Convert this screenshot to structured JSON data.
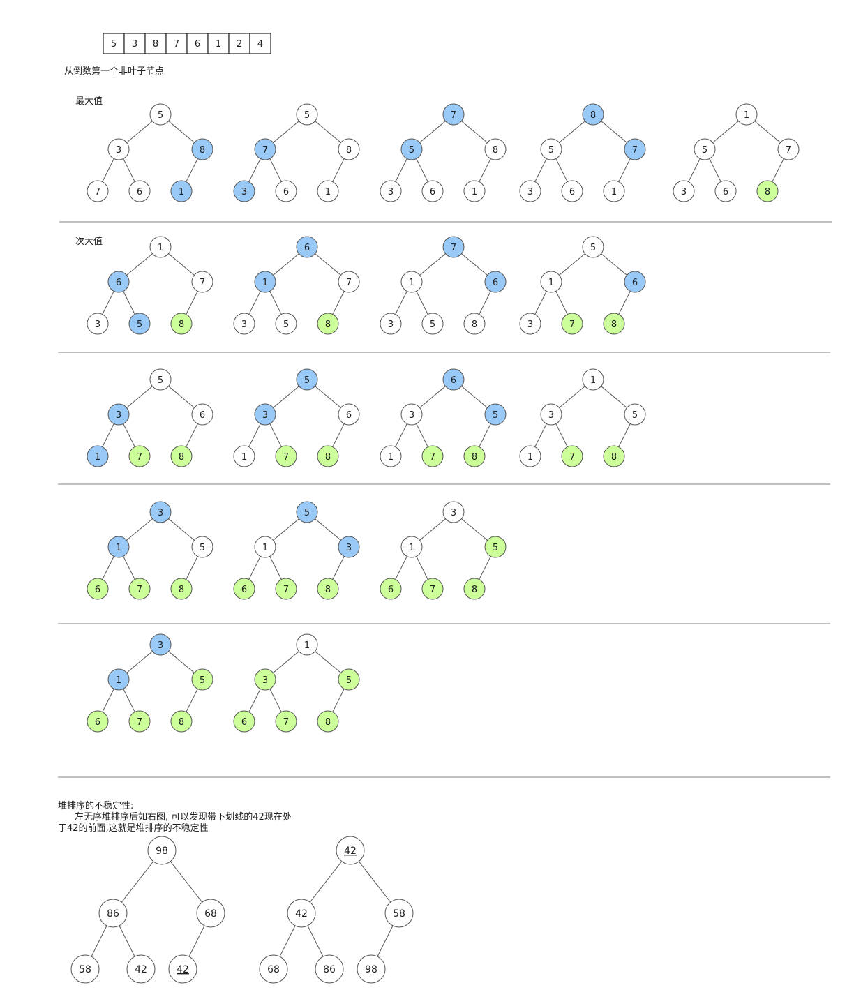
{
  "array": [
    "5",
    "3",
    "8",
    "7",
    "6",
    "1",
    "2",
    "4"
  ],
  "intro_label": "从倒数第一个非叶子节点",
  "row_labels": [
    "最大值",
    "次大值"
  ],
  "colors": {
    "highlight": "#99c9f7",
    "sorted": "#ccff99",
    "plain": "#ffffff",
    "stroke": "#555555",
    "line": "#555555",
    "separator": "#9a9a9a"
  },
  "rows": [
    [
      {
        "values": [
          "5",
          "3",
          "8",
          "7",
          "6",
          "1"
        ],
        "states": [
          "n",
          "n",
          "h",
          "n",
          "n",
          "h"
        ]
      },
      {
        "values": [
          "5",
          "7",
          "8",
          "3",
          "6",
          "1"
        ],
        "states": [
          "n",
          "h",
          "n",
          "h",
          "n",
          "n"
        ]
      },
      {
        "values": [
          "7",
          "5",
          "8",
          "3",
          "6",
          "1"
        ],
        "states": [
          "h",
          "h",
          "n",
          "n",
          "n",
          "n"
        ]
      },
      {
        "values": [
          "8",
          "5",
          "7",
          "3",
          "6",
          "1"
        ],
        "states": [
          "h",
          "n",
          "h",
          "n",
          "n",
          "n"
        ]
      },
      {
        "values": [
          "1",
          "5",
          "7",
          "3",
          "6",
          "8"
        ],
        "states": [
          "n",
          "n",
          "n",
          "n",
          "n",
          "s"
        ]
      }
    ],
    [
      {
        "values": [
          "1",
          "6",
          "7",
          "3",
          "5",
          "8"
        ],
        "states": [
          "n",
          "h",
          "n",
          "n",
          "h",
          "s"
        ]
      },
      {
        "values": [
          "6",
          "1",
          "7",
          "3",
          "5",
          "8"
        ],
        "states": [
          "h",
          "h",
          "n",
          "n",
          "n",
          "s"
        ]
      },
      {
        "values": [
          "7",
          "1",
          "6",
          "3",
          "5",
          "8"
        ],
        "states": [
          "h",
          "n",
          "h",
          "n",
          "n",
          "n"
        ]
      },
      {
        "values": [
          "5",
          "1",
          "6",
          "3",
          "7",
          "8"
        ],
        "states": [
          "n",
          "n",
          "h",
          "n",
          "s",
          "s"
        ]
      }
    ],
    [
      {
        "values": [
          "5",
          "3",
          "6",
          "1",
          "7",
          "8"
        ],
        "states": [
          "n",
          "h",
          "n",
          "h",
          "s",
          "s"
        ]
      },
      {
        "values": [
          "5",
          "3",
          "6",
          "1",
          "7",
          "8"
        ],
        "states": [
          "h",
          "h",
          "n",
          "n",
          "s",
          "s"
        ]
      },
      {
        "values": [
          "6",
          "3",
          "5",
          "1",
          "7",
          "8"
        ],
        "states": [
          "h",
          "n",
          "h",
          "n",
          "s",
          "s"
        ]
      },
      {
        "values": [
          "1",
          "3",
          "5",
          "1",
          "7",
          "8"
        ],
        "states": [
          "n",
          "n",
          "n",
          "n",
          "s",
          "s"
        ]
      }
    ],
    [
      {
        "values": [
          "3",
          "1",
          "5",
          "6",
          "7",
          "8"
        ],
        "states": [
          "h",
          "h",
          "n",
          "s",
          "s",
          "s"
        ]
      },
      {
        "values": [
          "5",
          "1",
          "3",
          "6",
          "7",
          "8"
        ],
        "states": [
          "h",
          "n",
          "h",
          "s",
          "s",
          "s"
        ]
      },
      {
        "values": [
          "3",
          "1",
          "5",
          "6",
          "7",
          "8"
        ],
        "states": [
          "n",
          "n",
          "s",
          "s",
          "s",
          "s"
        ]
      }
    ],
    [
      {
        "values": [
          "3",
          "1",
          "5",
          "6",
          "7",
          "8"
        ],
        "states": [
          "h",
          "h",
          "s",
          "s",
          "s",
          "s"
        ]
      },
      {
        "values": [
          "1",
          "3",
          "5",
          "6",
          "7",
          "8"
        ],
        "states": [
          "n",
          "s",
          "s",
          "s",
          "s",
          "s"
        ]
      }
    ]
  ],
  "instability": {
    "title": "堆排序的不稳定性:",
    "desc_line1": "左无序堆排序后如右图, 可以发现带下划线的42现在处",
    "desc_line2": "于42的前面,这就是堆排序的不稳定性",
    "trees": [
      {
        "values": [
          "98",
          "86",
          "68",
          "58",
          "42",
          "42"
        ],
        "underline": [
          false,
          false,
          false,
          false,
          false,
          true
        ]
      },
      {
        "values": [
          "42",
          "42",
          "58",
          "68",
          "86",
          "98"
        ],
        "underline": [
          true,
          false,
          false,
          false,
          false,
          false
        ]
      }
    ]
  }
}
